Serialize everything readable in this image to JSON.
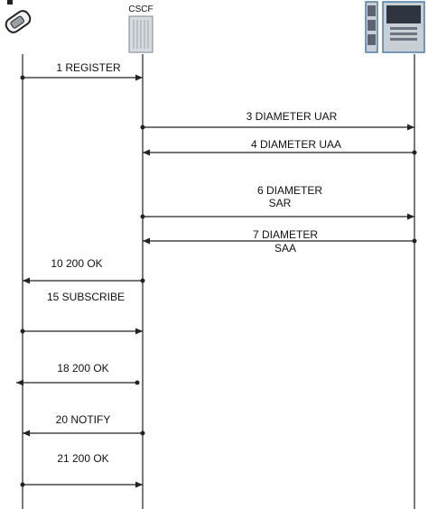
{
  "entities": {
    "cscf_label": "CSCF"
  },
  "messages": [
    {
      "id": "m1",
      "text": "1 REGISTER",
      "from": "ue",
      "to": "cscf"
    },
    {
      "id": "m3",
      "text": "3 DIAMETER UAR",
      "from": "cscf",
      "to": "hss"
    },
    {
      "id": "m4",
      "text": "4 DIAMETER UAA",
      "from": "hss",
      "to": "cscf"
    },
    {
      "id": "m6",
      "text": "6 DIAMETER",
      "text2": "SAR",
      "from": "cscf",
      "to": "hss"
    },
    {
      "id": "m7",
      "text": "7 DIAMETER",
      "text2": "SAA",
      "from": "hss",
      "to": "cscf"
    },
    {
      "id": "m10",
      "text": "10 200 OK",
      "from": "cscf",
      "to": "ue"
    },
    {
      "id": "m15",
      "text": "15 SUBSCRIBE",
      "from": "ue",
      "to": "cscf"
    },
    {
      "id": "m18",
      "text": "18 200 OK",
      "from": "cscf",
      "to": "ue"
    },
    {
      "id": "m20",
      "text": "20 NOTIFY",
      "from": "cscf",
      "to": "ue"
    },
    {
      "id": "m21",
      "text": "21 200 OK",
      "from": "ue",
      "to": "cscf"
    }
  ],
  "colors": {
    "line": "#222222",
    "server_body": "#c8ced4",
    "server_outline": "#4a7fa8",
    "phone": "#9aa0a6"
  }
}
